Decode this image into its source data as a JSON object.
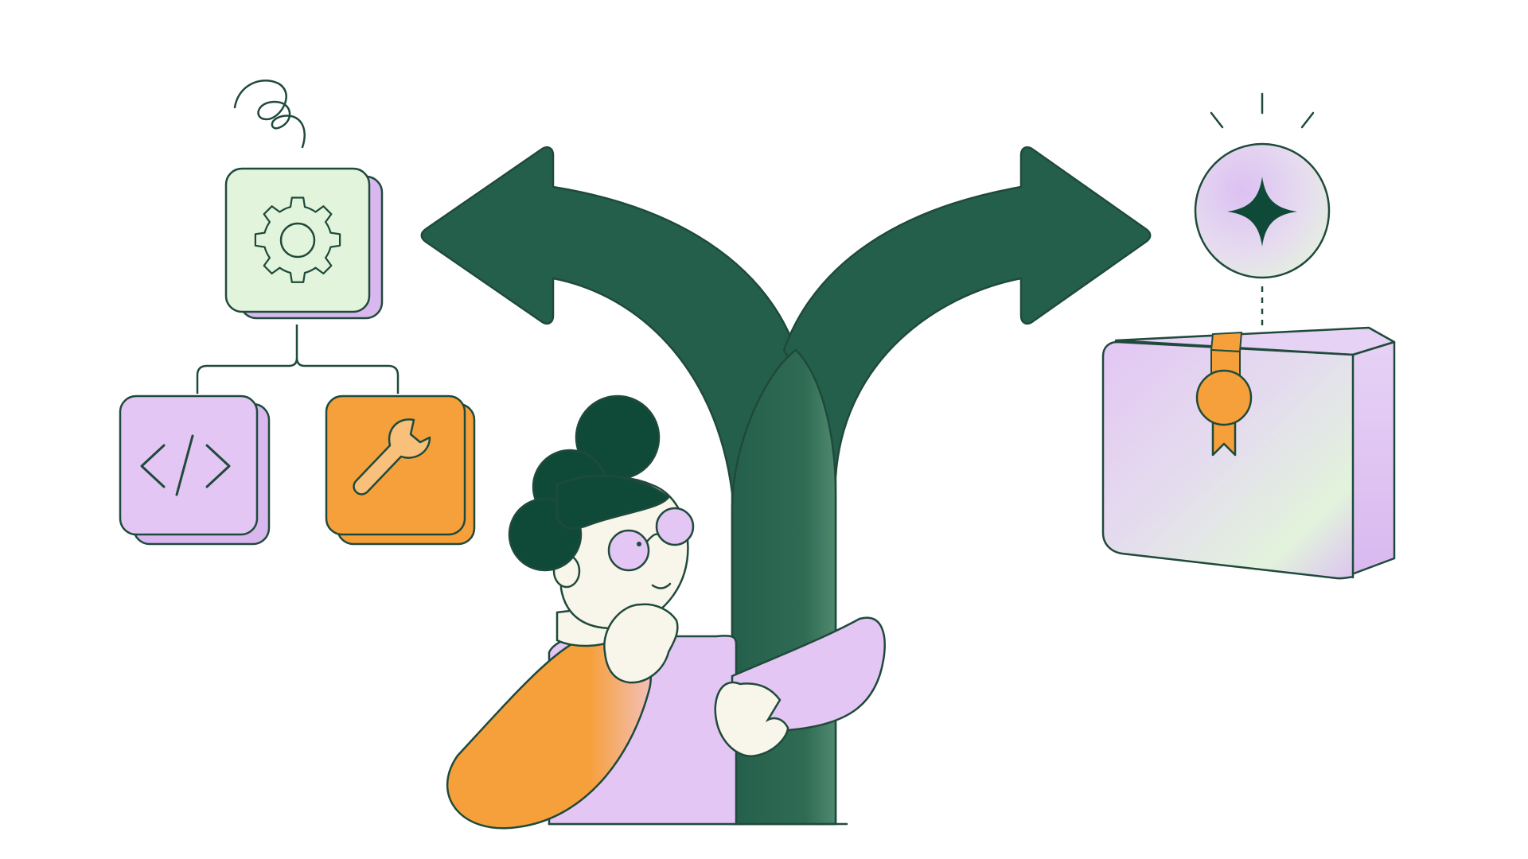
{
  "illustration": {
    "colors": {
      "outline": "#1f4a3b",
      "arrow_green": "#245f4b",
      "arrow_green_light": "#4f8a6f",
      "hair": "#0f4a38",
      "mint_tile": "#e2f5dc",
      "lavender": "#e3c6f4",
      "lavender_shadow": "#d6b2ee",
      "orange": "#f6a03c",
      "skin": "#f8f5ea",
      "background": "#ffffff"
    },
    "left_option": {
      "top_tile_icon": "gear-icon",
      "bottom_left_tile_icon": "code-icon",
      "bottom_right_tile_icon": "wrench-icon",
      "decoration": "scribble-swirl"
    },
    "right_option": {
      "badge_icon": "sparkle-icon",
      "object": "package-box",
      "seal": "award-ribbon-icon"
    },
    "center": {
      "signpost": "forked-arrow-signpost",
      "person": "thinking-person-with-glasses"
    }
  }
}
